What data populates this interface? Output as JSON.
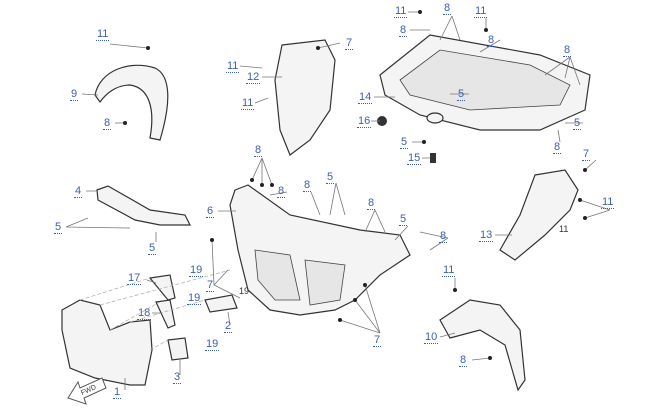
{
  "diagram": {
    "fwd_label": "FWD",
    "callouts": [
      "11",
      "9",
      "8",
      "7",
      "11",
      "12",
      "11",
      "11",
      "8",
      "8",
      "11",
      "8",
      "8",
      "14",
      "5",
      "5",
      "16",
      "5",
      "8",
      "15",
      "4",
      "5",
      "5",
      "8",
      "8",
      "6",
      "8",
      "5",
      "8",
      "5",
      "8",
      "7",
      "19",
      "17",
      "19",
      "18",
      "2",
      "19",
      "3",
      "1",
      "7",
      "7",
      "11",
      "13",
      "11",
      "11",
      "10",
      "8",
      "19"
    ]
  }
}
